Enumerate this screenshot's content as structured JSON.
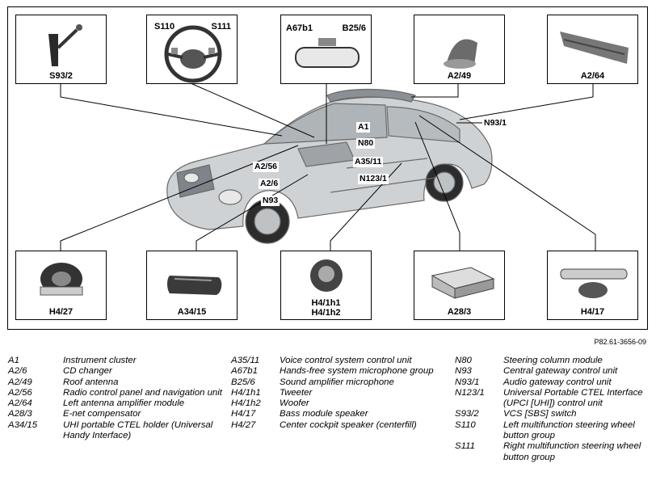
{
  "boxes": [
    {
      "id": "S93/2",
      "label": "S93/2",
      "sub": []
    },
    {
      "id": "S110-S111",
      "label": "",
      "sub": [
        "S110",
        "S111"
      ]
    },
    {
      "id": "A67b1-B25/6",
      "label": "",
      "sub": [
        "A67b1",
        "B25/6"
      ]
    },
    {
      "id": "A2/49",
      "label": "A2/49",
      "sub": []
    },
    {
      "id": "A2/64",
      "label": "A2/64",
      "sub": []
    },
    {
      "id": "H4/27",
      "label": "H4/27",
      "sub": []
    },
    {
      "id": "A34/15",
      "label": "A34/15",
      "sub": []
    },
    {
      "id": "H4/1h1-H4/1h2",
      "label": "H4/1h1\nH4/1h2",
      "sub": []
    },
    {
      "id": "A28/3",
      "label": "A28/3",
      "sub": []
    },
    {
      "id": "H4/17",
      "label": "H4/17",
      "sub": []
    }
  ],
  "callouts": [
    "N93/1",
    "A1",
    "N80",
    "A35/11",
    "A2/56",
    "N123/1",
    "A2/6",
    "N93"
  ],
  "figure_id": "P82.61-3656-09",
  "legend": [
    [
      {
        "code": "A1",
        "desc": "Instrument cluster"
      },
      {
        "code": "A2/6",
        "desc": "CD changer"
      },
      {
        "code": "A2/49",
        "desc": "Roof antenna"
      },
      {
        "code": "A2/56",
        "desc": "Radio control panel and navigation unit"
      },
      {
        "code": "A2/64",
        "desc": "Left antenna amplifier module"
      },
      {
        "code": "A28/3",
        "desc": "E-net compensator"
      },
      {
        "code": "A34/15",
        "desc": "UHI portable CTEL holder (Universal Handy Interface)"
      }
    ],
    [
      {
        "code": "A35/11",
        "desc": "Voice control system control unit"
      },
      {
        "code": "A67b1",
        "desc": "Hands-free system microphone group"
      },
      {
        "code": "B25/6",
        "desc": "Sound amplifier microphone"
      },
      {
        "code": "H4/1h1",
        "desc": "Tweeter"
      },
      {
        "code": "H4/1h2",
        "desc": "Woofer"
      },
      {
        "code": "H4/17",
        "desc": "Bass module speaker"
      },
      {
        "code": "H4/27",
        "desc": "Center cockpit speaker (centerfill)"
      }
    ],
    [
      {
        "code": "N80",
        "desc": "Steering column module"
      },
      {
        "code": "N93",
        "desc": "Central gateway control unit"
      },
      {
        "code": "N93/1",
        "desc": "Audio gateway control unit"
      },
      {
        "code": "N123/1",
        "desc": "Universal Portable CTEL Interface (UPCI [UHI]) control unit"
      },
      {
        "code": "S93/2",
        "desc": "VCS [SBS] switch"
      },
      {
        "code": "S110",
        "desc": "Left multifunction steering wheel button group"
      },
      {
        "code": "S111",
        "desc": "Right multifunction steering wheel button group"
      }
    ]
  ]
}
